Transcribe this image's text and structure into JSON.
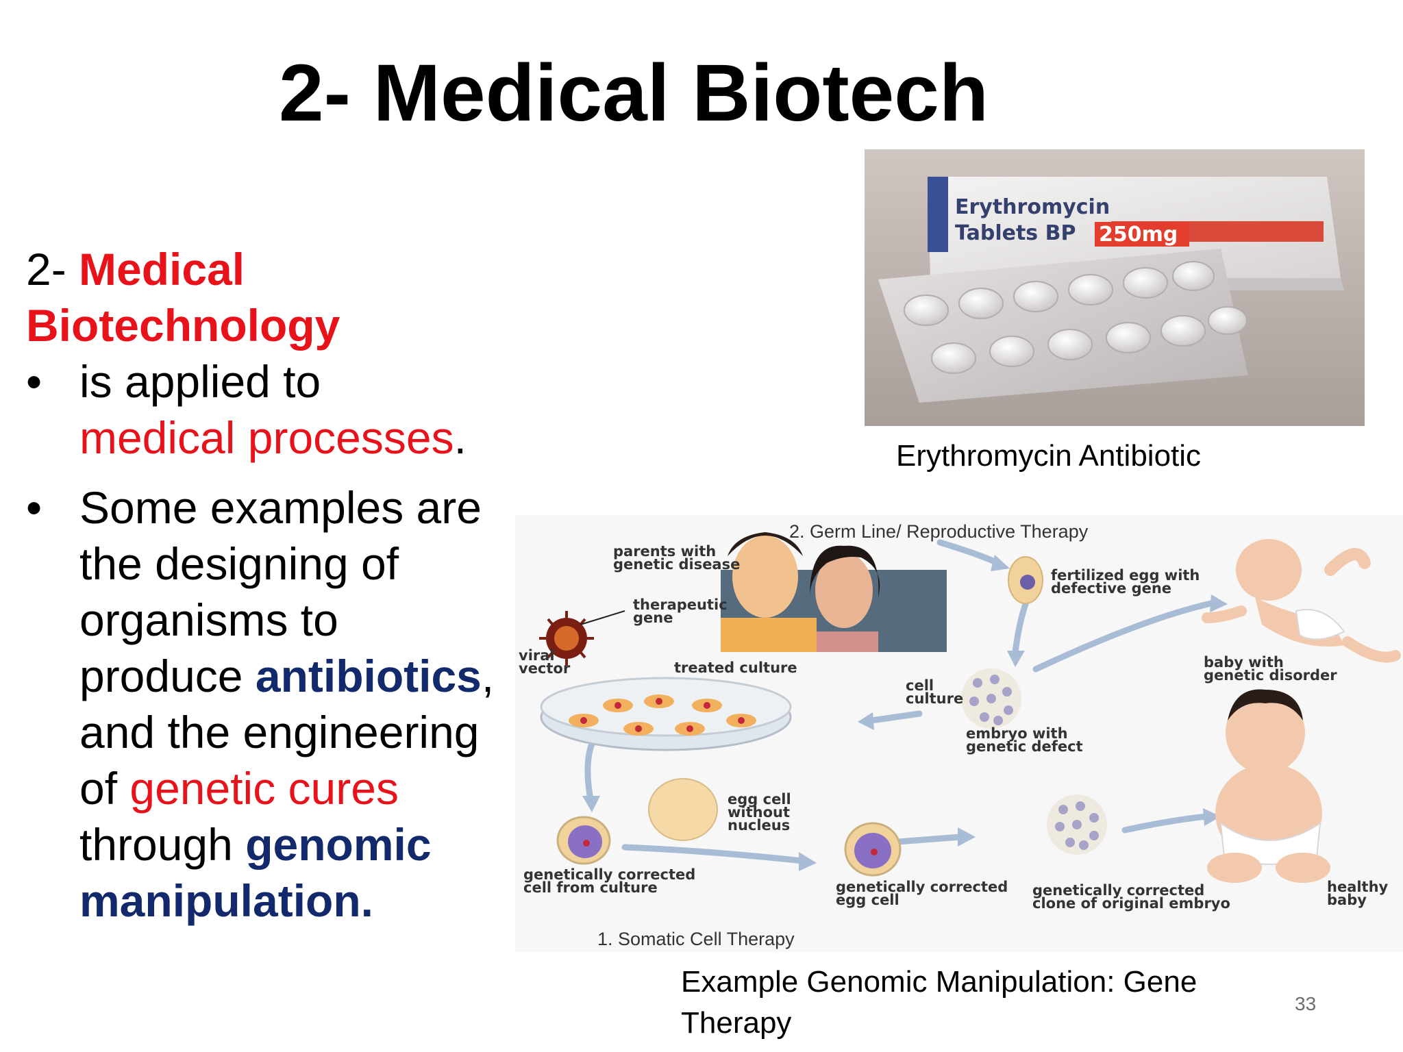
{
  "slide": {
    "title": "2- Medical Biotech",
    "page_number": "33"
  },
  "body": {
    "heading_prefix": "2- ",
    "heading_highlight_1": "Medical",
    "heading_highlight_2": "Biotechnology",
    "bullet1_text": "is applied to",
    "bullet1_highlight": "medical processes",
    "bullet1_end": ".",
    "bullet2_line1": " Some examples are the designing of organisms to produce",
    "bullet2_antibiotics": "antibiotics",
    "bullet2_mid": ", and the engineering of",
    "bullet2_genetic": "genetic cures",
    "bullet2_through": "through",
    "bullet2_genomic": "genomic manipulation."
  },
  "photo": {
    "caption": "Erythromycin Antibiotic",
    "box_line1": "Erythromycin",
    "box_line2": "Tablets BP",
    "box_dose": "250mg"
  },
  "diagram": {
    "caption": "Example Genomic Manipulation: Gene Therapy",
    "germ_line_title": "2. Germ Line/ Reproductive Therapy",
    "somatic_title": "1. Somatic Cell Therapy",
    "labels": {
      "parents": [
        "parents with",
        "genetic disease"
      ],
      "therapeutic_gene": [
        "therapeutic",
        "gene"
      ],
      "viral_vector": [
        "viral",
        "vector"
      ],
      "treated_culture": "treated culture",
      "fertilized_egg": [
        "fertilized egg with",
        "defective gene"
      ],
      "baby_disorder": [
        "baby with",
        "genetic disorder"
      ],
      "cell_culture": [
        "cell",
        "culture"
      ],
      "embryo_defect": [
        "embryo with",
        "genetic defect"
      ],
      "egg_without_nucleus": [
        "egg cell",
        "without",
        "nucleus"
      ],
      "corrected_cell": [
        "genetically corrected",
        "cell from culture"
      ],
      "corrected_egg": [
        "genetically corrected",
        "egg cell"
      ],
      "corrected_clone": [
        "genetically corrected",
        "clone of original embryo"
      ],
      "healthy_baby": [
        "healthy",
        "baby"
      ]
    }
  },
  "colors": {
    "accent_red": "#e8121b",
    "accent_navy": "#12296b"
  }
}
